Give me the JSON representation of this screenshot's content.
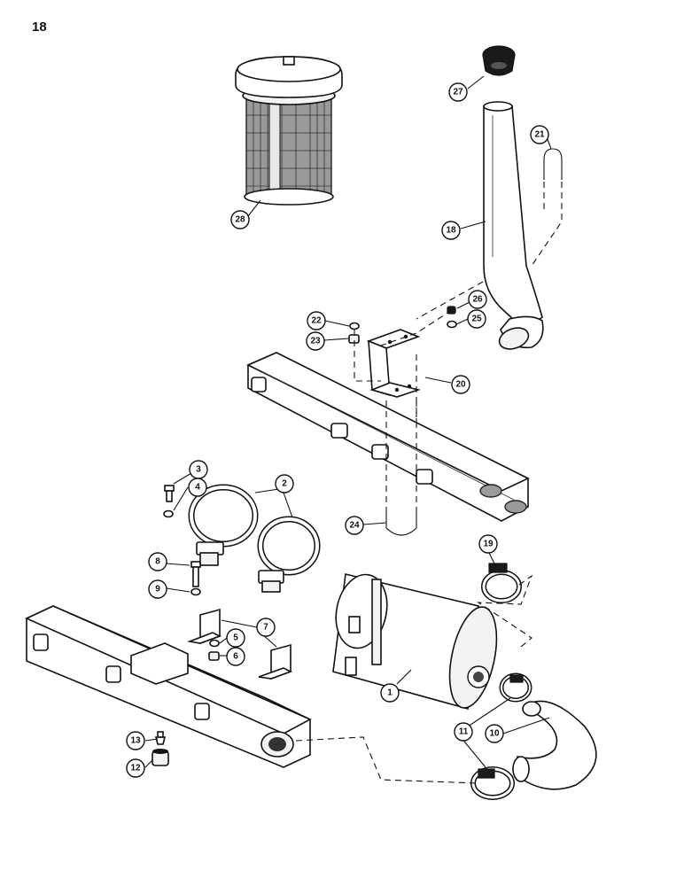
{
  "page_number": "18",
  "callouts": [
    {
      "id": "c1",
      "label": "1"
    },
    {
      "id": "c2",
      "label": "2"
    },
    {
      "id": "c3",
      "label": "3"
    },
    {
      "id": "c4",
      "label": "4"
    },
    {
      "id": "c5",
      "label": "5"
    },
    {
      "id": "c6",
      "label": "6"
    },
    {
      "id": "c7",
      "label": "7"
    },
    {
      "id": "c8",
      "label": "8"
    },
    {
      "id": "c9",
      "label": "9"
    },
    {
      "id": "c10",
      "label": "10"
    },
    {
      "id": "c11",
      "label": "11"
    },
    {
      "id": "c12",
      "label": "12"
    },
    {
      "id": "c13",
      "label": "13"
    },
    {
      "id": "c18",
      "label": "18"
    },
    {
      "id": "c19",
      "label": "19"
    },
    {
      "id": "c20",
      "label": "20"
    },
    {
      "id": "c21",
      "label": "21"
    },
    {
      "id": "c22",
      "label": "22"
    },
    {
      "id": "c23",
      "label": "23"
    },
    {
      "id": "c24",
      "label": "24"
    },
    {
      "id": "c25",
      "label": "25"
    },
    {
      "id": "c26",
      "label": "26"
    },
    {
      "id": "c27",
      "label": "27"
    },
    {
      "id": "c28",
      "label": "28"
    }
  ]
}
